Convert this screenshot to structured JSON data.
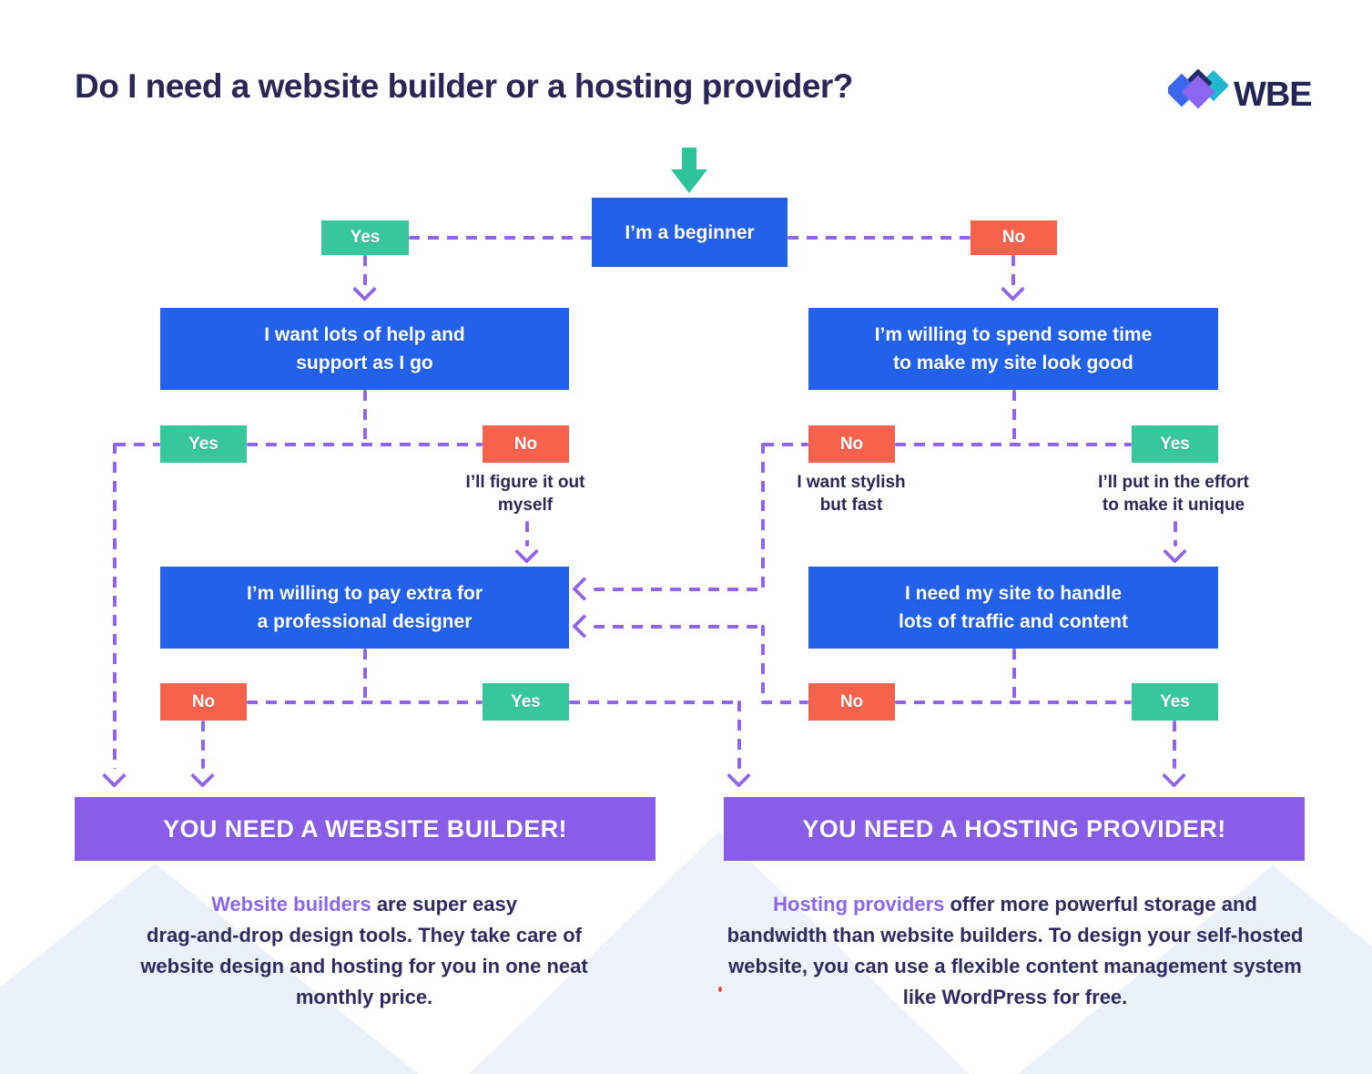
{
  "title": "Do I need a website builder or a hosting provider?",
  "logo": {
    "text": "WBE"
  },
  "labels": {
    "yes": "Yes",
    "no": "No"
  },
  "nodes": {
    "start": "I’m a beginner",
    "left_q1_line1": "I want lots of help and",
    "left_q1_line2": "support as I go",
    "right_q1_line1": "I’m willing to spend some time",
    "right_q1_line2": "to make my site look good",
    "left_q2_line1": "I’m willing to pay extra for",
    "left_q2_line2": "a professional designer",
    "right_q2_line1": "I need my site to handle",
    "right_q2_line2": "lots of traffic and content"
  },
  "captions": {
    "left_no_line1": "I’ll figure it out",
    "left_no_line2": "myself",
    "right_no_line1": "I want stylish",
    "right_no_line2": "but fast",
    "right_yes_line1": "I’ll put in the effort",
    "right_yes_line2": "to make it unique"
  },
  "results": {
    "builder": "YOU NEED A WEBSITE BUILDER!",
    "hosting": "YOU NEED A HOSTING PROVIDER!"
  },
  "descriptions": {
    "builder_lead": "Website builders",
    "builder_l1": " are super easy",
    "builder_l2": "drag-and-drop design tools. They take care of",
    "builder_l3": "website design and hosting for you in one neat",
    "builder_l4": "monthly price.",
    "hosting_lead": "Hosting providers",
    "hosting_l1": " offer more powerful storage and",
    "hosting_l2": "bandwidth than website builders. To design your self-hosted",
    "hosting_l3": "website, you can use a flexible content management system",
    "hosting_l4": "like WordPress for free."
  },
  "colors": {
    "question_blue": "#2262ea",
    "yes_green": "#38c79a",
    "no_red": "#f7624c",
    "banner_purple": "#8a5de8",
    "line_purple": "#9165ea",
    "text_navy": "#2a2856",
    "lead_purple": "#8a66e9",
    "triangle_bg": "#ebf1fa"
  }
}
